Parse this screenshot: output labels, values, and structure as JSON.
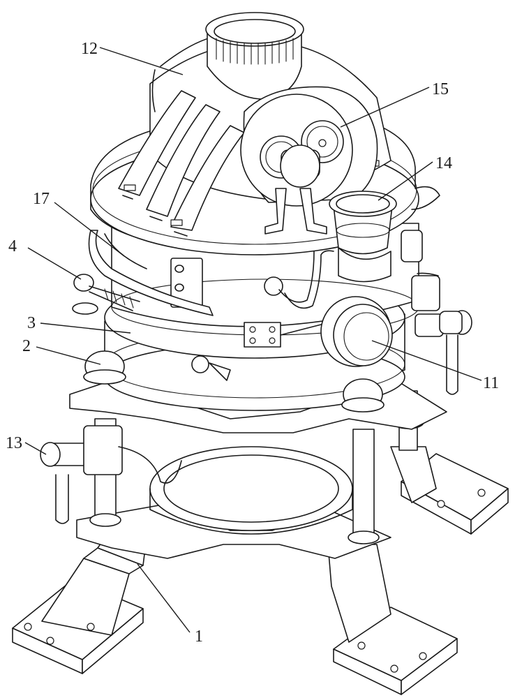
{
  "figure": {
    "callouts": [
      {
        "id": "c1",
        "text": "1"
      },
      {
        "id": "c2",
        "text": "2"
      },
      {
        "id": "c3",
        "text": "3"
      },
      {
        "id": "c4",
        "text": "4"
      },
      {
        "id": "c11",
        "text": "11"
      },
      {
        "id": "c12",
        "text": "12"
      },
      {
        "id": "c13",
        "text": "13"
      },
      {
        "id": "c14",
        "text": "14"
      },
      {
        "id": "c15",
        "text": "15"
      },
      {
        "id": "c17",
        "text": "17"
      }
    ],
    "colors": {
      "line": "#1a1a1a",
      "paper": "#ffffff"
    }
  }
}
